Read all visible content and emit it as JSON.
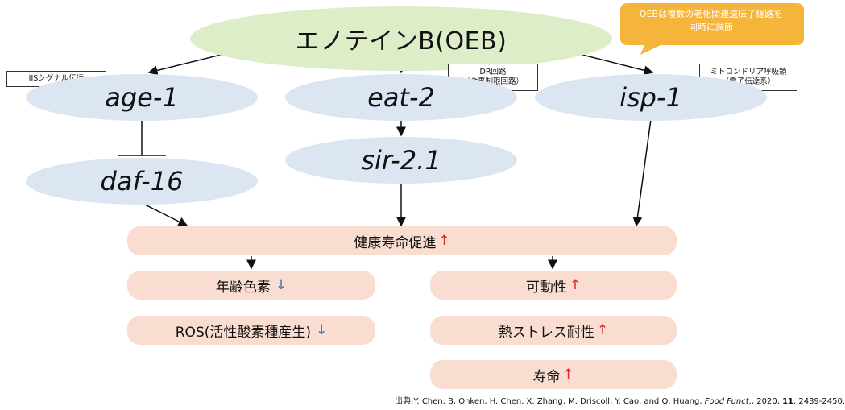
{
  "top_node": "エノテインB(OEB)",
  "callout": {
    "line1": "OEBは複数の老化関連遺伝子経路を",
    "line2": "同時に調節"
  },
  "pathway_labels": {
    "iis": "IISシグナル伝達",
    "dr_line1": "DR回路",
    "dr_line2": "（食事制限回路）",
    "mito_line1": "ミトコンドリア呼吸鎖",
    "mito_line2": "（電子伝達系）"
  },
  "genes": {
    "age1": "age-1",
    "eat2": "eat-2",
    "isp1": "isp-1",
    "daf16": "daf-16",
    "sir21": "sir-2.1"
  },
  "outcomes": {
    "main": {
      "text": "健康寿命促進",
      "arrow": "↑"
    },
    "left": [
      {
        "text": "年齢色素",
        "arrow": "↓"
      },
      {
        "text": "ROS(活性酸素種産生)",
        "arrow": "↓"
      }
    ],
    "right": [
      {
        "text": "可動性",
        "arrow": "↑"
      },
      {
        "text": "熱ストレス耐性",
        "arrow": "↑"
      },
      {
        "text": "寿命",
        "arrow": "↑"
      }
    ]
  },
  "citation": {
    "prefix": "出典:",
    "authors": "Y. Chen, B. Onken, H. Chen, X. Zhang, M. Driscoll, Y. Cao, and Q. Huang,",
    "journal": "Food Funct.",
    "year": ", 2020,",
    "volume": "11",
    "pages": ", 2439-2450."
  },
  "colors": {
    "top_ellipse": "#dcedc8",
    "gene_ellipse": "#dce6f2",
    "outcome_box": "#f8ddd0",
    "callout": "#f5b43a",
    "up_arrow": "#e0252a",
    "down_arrow": "#3a6fb7"
  }
}
